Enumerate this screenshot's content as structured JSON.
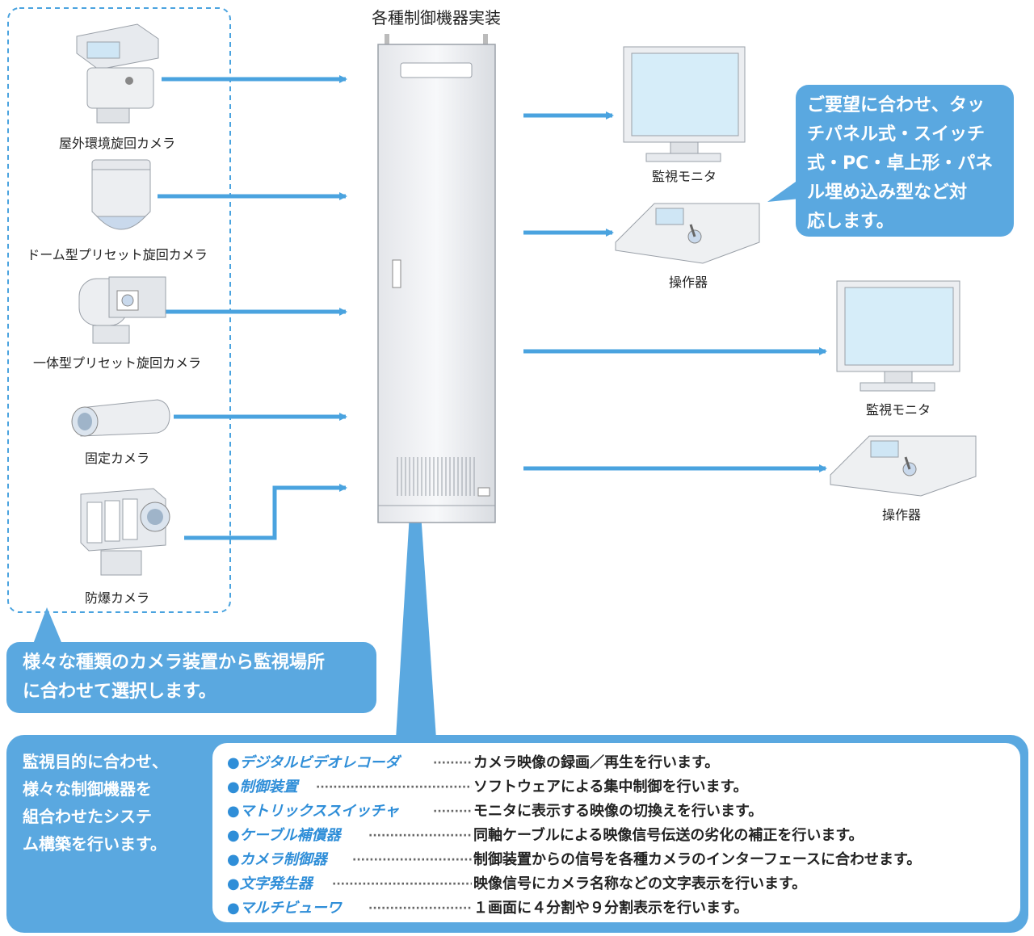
{
  "title": "各種制御機器実装",
  "cameras": [
    {
      "label": "屋外環境旋回カメラ",
      "icon": "outdoor-ptz-camera-icon"
    },
    {
      "label": "ドーム型プリセット旋回カメラ",
      "icon": "dome-camera-icon"
    },
    {
      "label": "一体型プリセット旋回カメラ",
      "icon": "integrated-ptz-camera-icon"
    },
    {
      "label": "固定カメラ",
      "icon": "fixed-camera-icon"
    },
    {
      "label": "防爆カメラ",
      "icon": "explosion-proof-camera-icon"
    }
  ],
  "outputs": [
    {
      "label": "監視モニタ",
      "icon": "monitor-icon"
    },
    {
      "label": "操作器",
      "icon": "controller-icon"
    },
    {
      "label": "監視モニタ",
      "icon": "monitor-icon"
    },
    {
      "label": "操作器",
      "icon": "controller-icon"
    }
  ],
  "touch_bubble": [
    "ご要望に合わせ、タッ",
    "チパネル式・スイッチ",
    "式・PC・卓上形・パネ",
    "ル埋め込み型など対",
    "応します。"
  ],
  "camera_bubble": [
    "様々な種類のカメラ装置から監視場所",
    "に合わせて選択します。"
  ],
  "system_text": [
    "監視目的に合わせ、",
    "様々な制御機器を",
    "組合わせたシステ",
    "ム構築を行います。"
  ],
  "devices": [
    {
      "name": "●デジタルビデオレコーダ",
      "desc": "カメラ映像の録画／再生を行います。"
    },
    {
      "name": "●制御装置",
      "desc": "ソフトウェアによる集中制御を行います。"
    },
    {
      "name": "●マトリックススイッチャ",
      "desc": "モニタに表示する映像の切換えを行います。"
    },
    {
      "name": "●ケーブル補償器",
      "desc": "同軸ケーブルによる映像信号伝送の劣化の補正を行います。"
    },
    {
      "name": "●カメラ制御器",
      "desc": "制御装置からの信号を各種カメラのインターフェースに合わせます。"
    },
    {
      "name": "●文字発生器",
      "desc": "映像信号にカメラ名称などの文字表示を行います。"
    },
    {
      "name": "●マルチビューワ",
      "desc": "１画面に４分割や９分割表示を行います。"
    }
  ],
  "colors": {
    "accent": "#5aa8e0",
    "device_name": "#2f8ed8",
    "frame": "#4aa3df"
  }
}
